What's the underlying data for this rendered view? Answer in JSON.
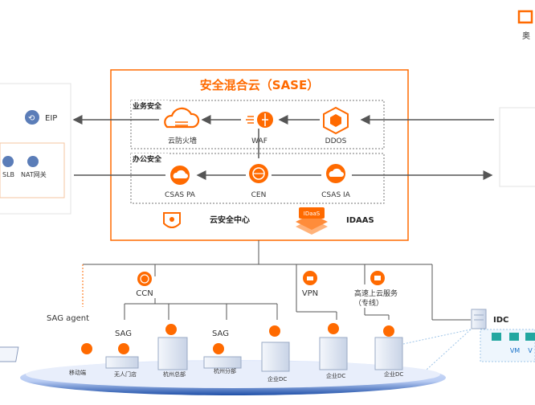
{
  "logo": {
    "text": "奥"
  },
  "sase": {
    "title": "安全混合云（SASE）",
    "business": {
      "label": "业务安全",
      "nodes": [
        "云防火墙",
        "WAF",
        "DDOS"
      ]
    },
    "office": {
      "label": "办公安全",
      "nodes": [
        "CSAS PA",
        "CEN",
        "CSAS IA"
      ]
    },
    "bottom": {
      "left": "云安全中心",
      "idaas_icon": "IDaaS",
      "right": "IDAAS"
    }
  },
  "left_panel": {
    "eip": "EIP",
    "slb": "SLB",
    "nat": "NAT网关"
  },
  "network": {
    "ccn": "CCN",
    "vpn": "VPN",
    "express": [
      "高速上云服务",
      "（专线）"
    ],
    "idc": "IDC",
    "vm": [
      "VM",
      "V"
    ],
    "sag_agent": "SAG agent",
    "sag1": "SAG",
    "sag2": "SAG",
    "devices": [
      "移动端",
      "无人门店",
      "杭州总部",
      "杭州分部",
      "企业DC",
      "企业DC",
      "企业DC"
    ]
  },
  "colors": {
    "accent": "#FF6A00",
    "line": "#555555",
    "platform": "#1E4FA8"
  }
}
